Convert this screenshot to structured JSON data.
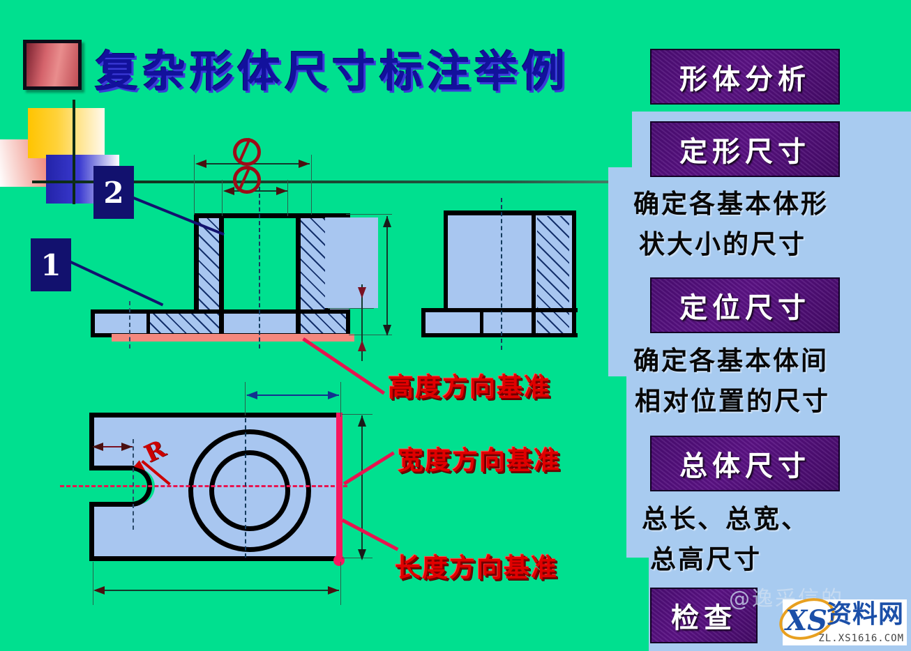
{
  "slide": {
    "title": "复杂形体尺寸标注举例",
    "background_color": "#00e08f",
    "title_color": "#12119c"
  },
  "badges": [
    {
      "label": "1",
      "name": "callout-badge-1"
    },
    {
      "label": "2",
      "name": "callout-badge-2"
    }
  ],
  "drawing": {
    "diameter_symbol_outer": "Ø",
    "diameter_symbol_inner": "Ø",
    "radius_label": "R",
    "datum_labels": [
      {
        "text": "高度方向基准",
        "color": "#e00000"
      },
      {
        "text": "宽度方向基准",
        "color": "#e00000"
      },
      {
        "text": "长度方向基准",
        "color": "#e00000"
      }
    ]
  },
  "sidebar": {
    "panel_color": "#a8cbf0",
    "header_color": "#4b0d73",
    "sections": [
      {
        "header": "形体分析",
        "desc_lines": []
      },
      {
        "header": "定形尺寸",
        "desc_lines": [
          "确定各基本体形",
          "状大小的尺寸"
        ]
      },
      {
        "header": "定位尺寸",
        "desc_lines": [
          "确定各基本体间",
          "相对位置的尺寸"
        ]
      },
      {
        "header": "总体尺寸",
        "desc_lines": [
          "总长、总宽、",
          "总高尺寸"
        ]
      },
      {
        "header": "检查",
        "desc_lines": []
      }
    ]
  },
  "watermark": {
    "handle": "@逸采信的",
    "brand_mark": "XS",
    "brand_cn": "资料网",
    "url": "ZL.XS1616.COM"
  }
}
